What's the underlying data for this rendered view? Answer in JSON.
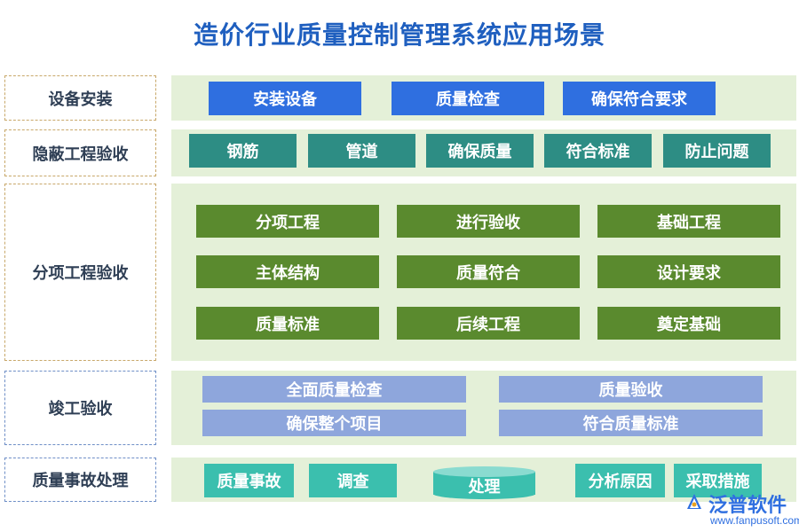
{
  "title": "造价行业质量控制管理系统应用场景",
  "rows": [
    {
      "label": "设备安装",
      "items": [
        "安装设备",
        "质量检查",
        "确保符合要求"
      ]
    },
    {
      "label": "隐蔽工程验收",
      "items": [
        "钢筋",
        "管道",
        "确保质量",
        "符合标准",
        "防止问题"
      ]
    },
    {
      "label": "分项工程验收",
      "items": [
        "分项工程",
        "进行验收",
        "基础工程",
        "主体结构",
        "质量符合",
        "设计要求",
        "质量标准",
        "后续工程",
        "奠定基础"
      ]
    },
    {
      "label": "竣工验收",
      "items": [
        "全面质量检查",
        "质量验收",
        "确保整个项目",
        "符合质量标准"
      ]
    },
    {
      "label": "质量事故处理",
      "items": [
        "质量事故",
        "调查",
        "处理",
        "分析原因",
        "采取措施"
      ]
    }
  ],
  "logo": {
    "name": "泛普软件",
    "url": "www.fanpusoft.com"
  },
  "colors": {
    "title": "#1f5fbf",
    "row1_box": "#2f6fe0",
    "row2_box": "#2d8d84",
    "row3_box": "#5a8a2e",
    "row4_box": "#8ea6dc",
    "row5_box": "#3bbfae",
    "panel": "#e4f0d8"
  }
}
